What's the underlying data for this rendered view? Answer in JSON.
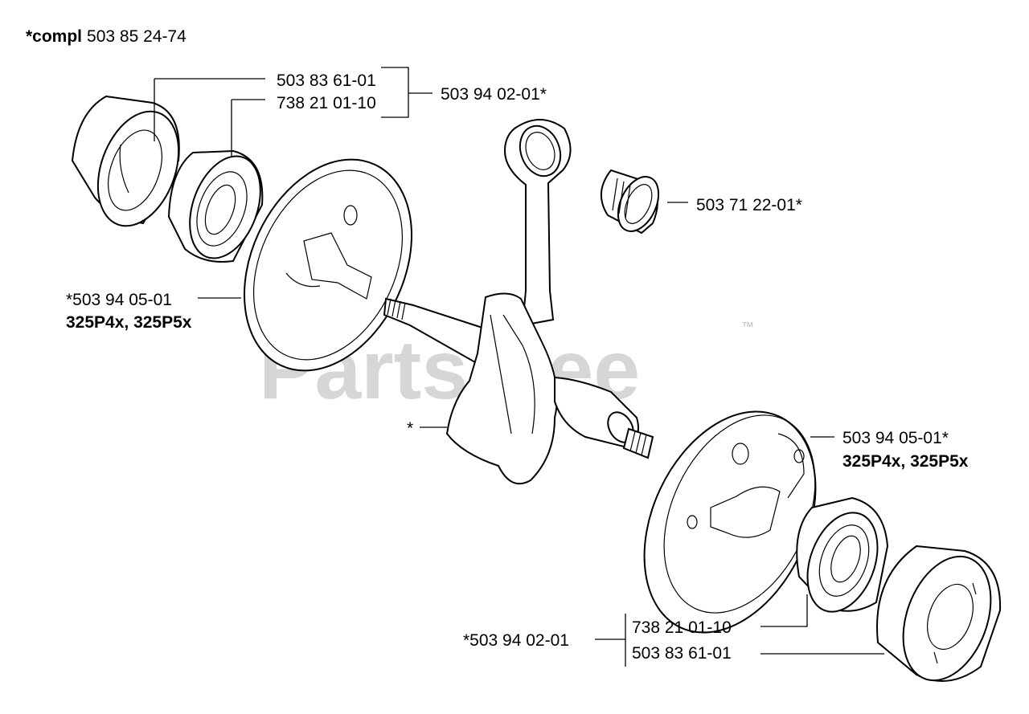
{
  "header": {
    "compl_prefix": "*compl",
    "compl_number": "503 85 24-74"
  },
  "watermark": {
    "text": "PartsTree",
    "trademark": "™"
  },
  "callouts": {
    "top_bearing_upper": "503 83 61-01",
    "top_bearing_lower": "738 21 01-10",
    "top_bearing_set": "503 94 02-01*",
    "needle_bearing": "503 71 22-01*",
    "left_flywheel_half": "*503 94 05-01",
    "left_flywheel_models": "325P4x, 325P5x",
    "crankshaft": "*",
    "right_flywheel_half": "503 94 05-01*",
    "right_flywheel_models": "325P4x, 325P5x",
    "bottom_bearing_set": "*503 94 02-01",
    "bottom_bearing_upper": "738 21 01-10",
    "bottom_bearing_lower": "503 83 61-01"
  }
}
